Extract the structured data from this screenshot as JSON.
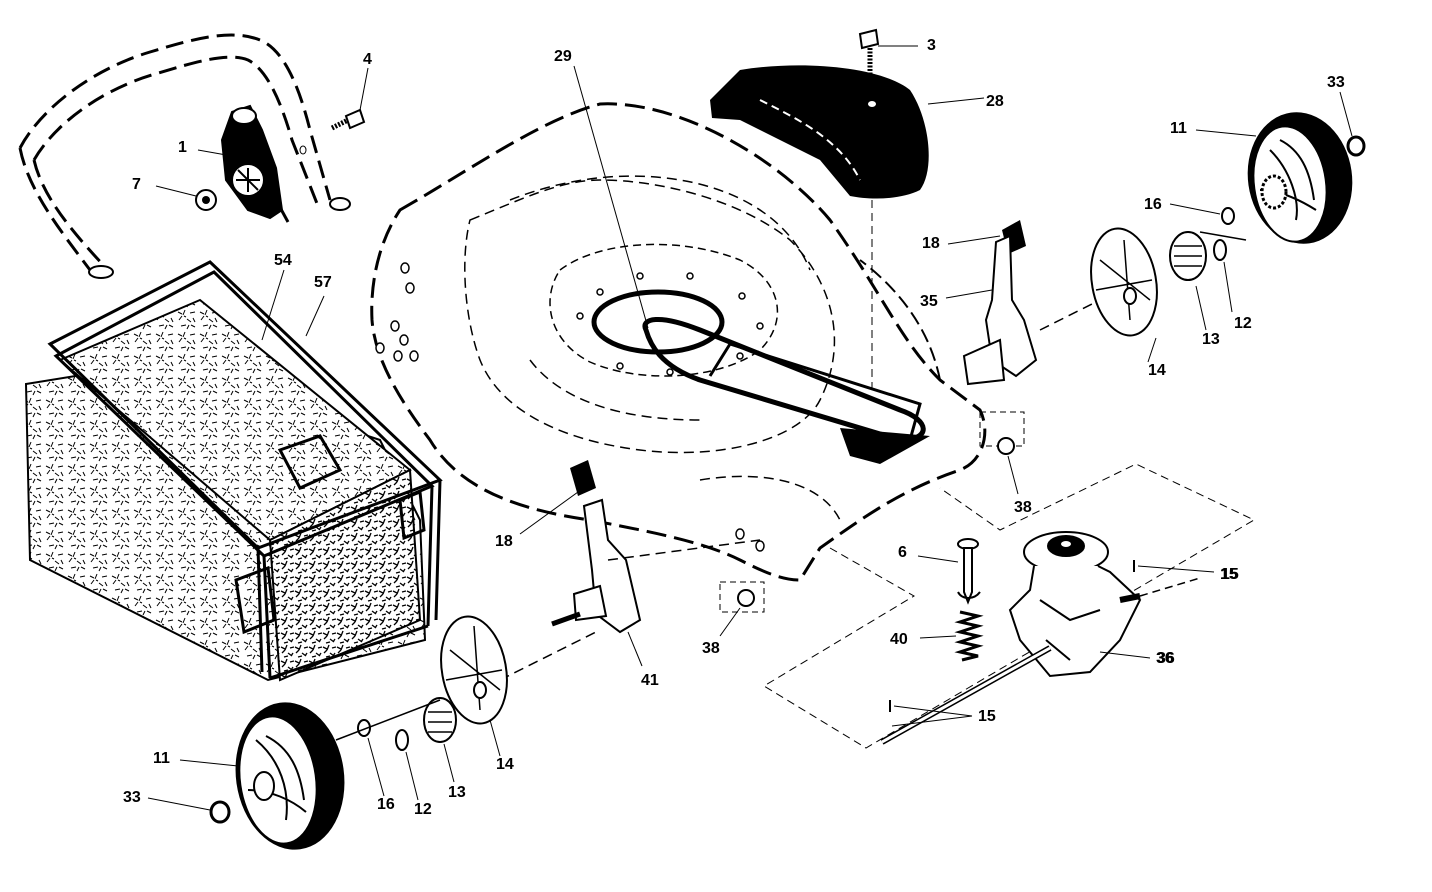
{
  "diagram": {
    "labels": {
      "p1": "1",
      "p3": "3",
      "p4": "4",
      "p6": "6",
      "p7": "7",
      "p11a": "11",
      "p11b": "11",
      "p12a": "12",
      "p12b": "12",
      "p13a": "13",
      "p13b": "13",
      "p14a": "14",
      "p14b": "14",
      "p15a": "15",
      "p15b": "15",
      "p16a": "16",
      "p16b": "16",
      "p18a": "18",
      "p18b": "18",
      "p28": "28",
      "p29": "29",
      "p33a": "33",
      "p33b": "33",
      "p35": "35",
      "p36": "36",
      "p38a": "38",
      "p38b": "38",
      "p40": "40",
      "p41": "41",
      "p54": "54",
      "p57": "57"
    },
    "colors": {
      "ink": "#000000",
      "paper": "#ffffff"
    }
  }
}
